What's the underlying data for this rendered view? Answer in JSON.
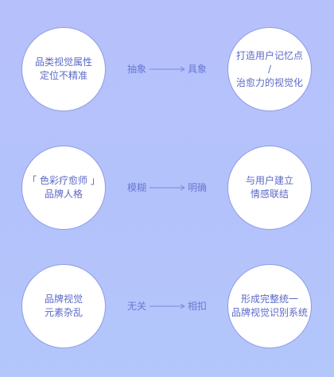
{
  "rows": [
    {
      "left_lines": [
        "品类视觉属性",
        "定位不精准"
      ],
      "from": "抽象",
      "to": "具象",
      "right_lines": [
        "打造用户记忆点",
        "/",
        "治愈力的视觉化"
      ]
    },
    {
      "left_lines": [
        "「 色彩疗愈师 」",
        "品牌人格"
      ],
      "from": "模糊",
      "to": "明确",
      "right_lines": [
        "与用户建立",
        "情感联结"
      ]
    },
    {
      "left_lines": [
        "品牌视觉",
        "元素杂乱"
      ],
      "from": "无关",
      "to": "相扣",
      "right_lines": [
        "形成完整统一",
        "品牌视觉识别系统"
      ]
    }
  ],
  "colors": {
    "background": "#b6c1fb",
    "circle_fill": "#ffffff",
    "circle_border": "#8f9be6",
    "text": "#5b69c7",
    "arrow": "#7b88de"
  }
}
